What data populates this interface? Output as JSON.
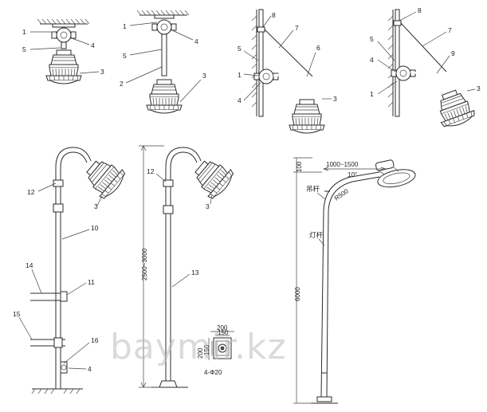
{
  "labels": {
    "fig1": [
      "1",
      "4",
      "5",
      "3"
    ],
    "fig2": [
      "1",
      "4",
      "5",
      "2",
      "3"
    ],
    "fig3": [
      "8",
      "7",
      "5",
      "6",
      "1",
      "4",
      "3"
    ],
    "fig4": [
      "8",
      "5",
      "7",
      "4",
      "9",
      "1",
      "3"
    ],
    "fig5": [
      "12",
      "3",
      "10",
      "14",
      "11",
      "15",
      "16",
      "4"
    ],
    "fig6": [
      "12",
      "3",
      "13"
    ],
    "fig7_dims": [
      "100",
      "1000~1500",
      "10°",
      "R500",
      "6000"
    ],
    "fig7_text": [
      "吊杆",
      "灯杆"
    ]
  },
  "dimensions": {
    "height_range": "2500~3000",
    "base_w": "200",
    "base_inner_w": "150",
    "base_h": "200",
    "base_inner_h": "150",
    "bolt": "4-Φ20"
  },
  "watermark": "baymir.kz"
}
